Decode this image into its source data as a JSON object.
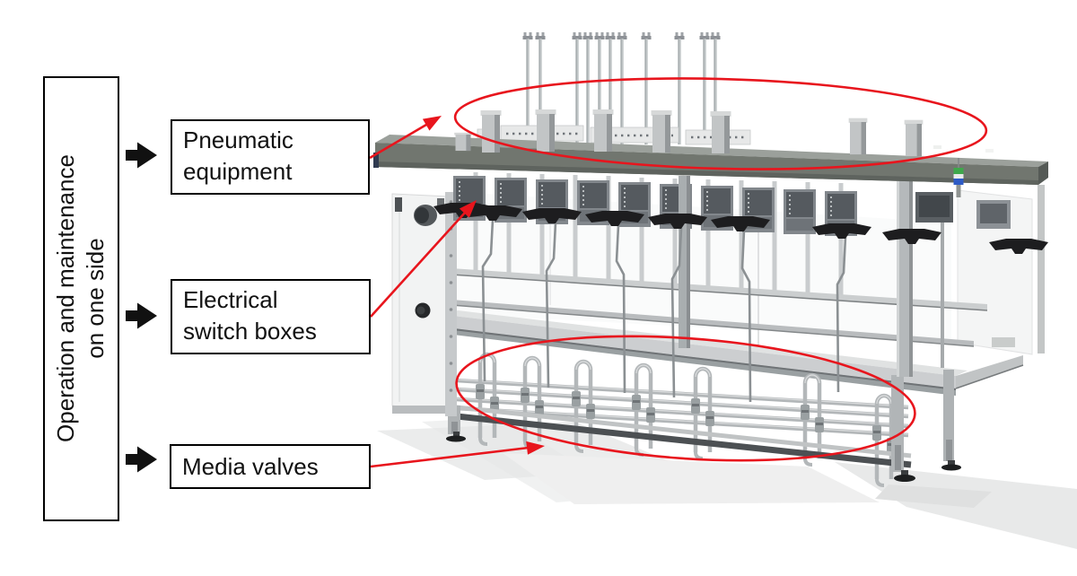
{
  "figure": {
    "background": "#ffffff"
  },
  "side_label": {
    "line1": "Operation and maintenance",
    "line2": "on one side"
  },
  "callouts": {
    "pneumatic": {
      "line1": "Pneumatic",
      "line2": "equipment"
    },
    "electrical": {
      "line1": "Electrical",
      "line2": "switch boxes"
    },
    "media": {
      "text": "Media valves"
    }
  },
  "colors": {
    "annotation_red": "#e8151d",
    "arrow_black": "#111111",
    "callout_border": "#000000",
    "callout_background": "#ffffff",
    "text": "#111111",
    "steel_light": "#c6c9cb",
    "steel_mid": "#9aa0a2",
    "steel_dark": "#6f7476",
    "canopy_gray": "#71766f",
    "black_parts": "#1d1d1f",
    "indicator_green": "#3ea84b",
    "indicator_blue": "#2e5bc6"
  }
}
